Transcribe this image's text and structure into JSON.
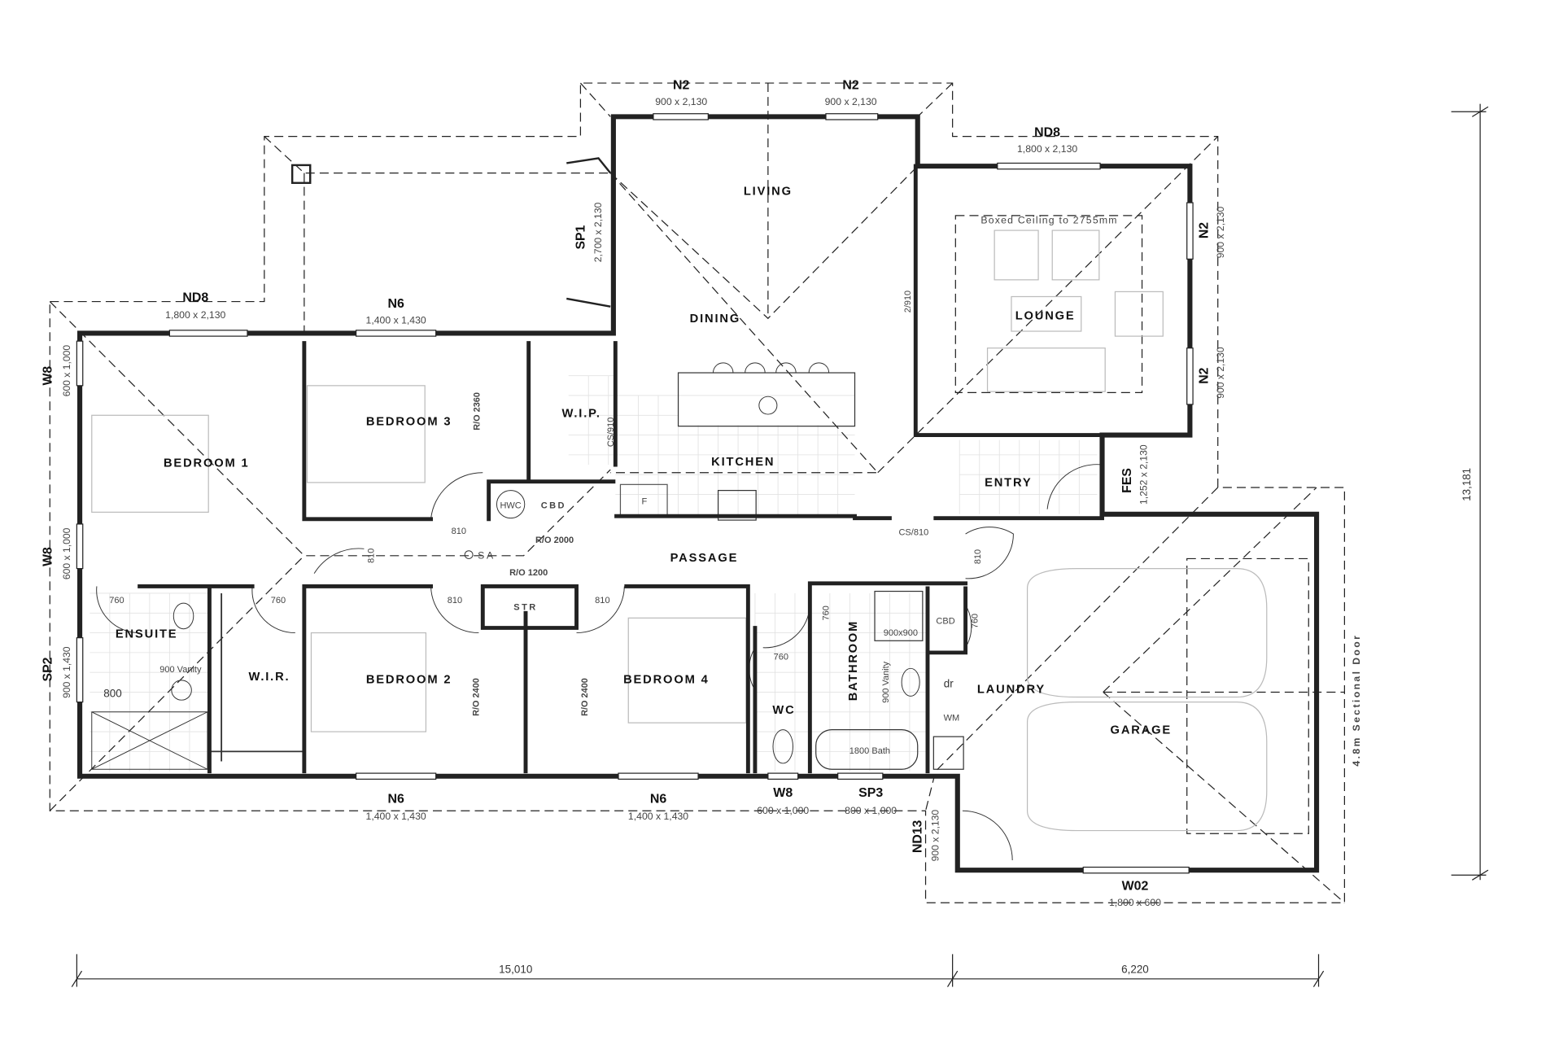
{
  "rooms": [
    {
      "label": "LIVING"
    },
    {
      "label": "DINING"
    },
    {
      "label": "LOUNGE"
    },
    {
      "label": "BEDROOM 3"
    },
    {
      "label": "W.I.P."
    },
    {
      "label": "KITCHEN"
    },
    {
      "label": "BEDROOM 1"
    },
    {
      "label": "ENTRY"
    },
    {
      "label": "PASSAGE"
    },
    {
      "label": "ENSUITE"
    },
    {
      "label": "BEDROOM 2"
    },
    {
      "label": "BEDROOM 4"
    },
    {
      "label": "W.I.R."
    },
    {
      "label": "LAUNDRY"
    },
    {
      "label": "GARAGE"
    },
    {
      "label": "WC"
    },
    {
      "label": "BATHROOM"
    },
    {
      "label": "STR"
    },
    {
      "label": "CBD"
    },
    {
      "label": "HWC"
    }
  ],
  "openings": [
    {
      "code": "N2",
      "size": "900 x 2,130"
    },
    {
      "code": "N2",
      "size": "900 x 2,130"
    },
    {
      "code": "ND8",
      "size": "1,800 x 2,130"
    },
    {
      "code": "ND8",
      "size": "1,800 x 2,130"
    },
    {
      "code": "N6",
      "size": "1,400 x 1,430"
    },
    {
      "code": "W8",
      "size": "600 x 1,000"
    },
    {
      "code": "W8",
      "size": "600 x 1,000"
    },
    {
      "code": "SP2",
      "size": "900 x 1,430"
    },
    {
      "code": "SP1",
      "size": "2,700 x 2,130"
    },
    {
      "code": "N2",
      "size": "900 x 2,130"
    },
    {
      "code": "N2",
      "size": "900 x 2,130"
    },
    {
      "code": "FES",
      "size": "1,252 x 2,130"
    },
    {
      "code": "N6",
      "size": "1,400 x 1,430"
    },
    {
      "code": "N6",
      "size": "1,400 x 1,430"
    },
    {
      "code": "W8",
      "size": "600 x 1,000"
    },
    {
      "code": "SP3",
      "size": "800 x 1,000"
    },
    {
      "code": "ND13",
      "size": "900 x 2,130"
    },
    {
      "code": "W02",
      "size": "1,800 x 600"
    }
  ],
  "notes": {
    "boxed_ceiling": "Boxed Ceiling to 2755mm",
    "lounge_opening": "2/910",
    "cs_910": "CS/910",
    "ro_2360": "R/O 2360",
    "ro_2000": "R/O 2000",
    "ro_1200": "R/O 1200",
    "smoke_alarm": "S A",
    "ro_2400_a": "R/O 2400",
    "ro_2400_b": "R/O 2400",
    "cs_810": "CS/810",
    "door_810_a": "810",
    "door_810_b": "810",
    "door_810_c": "810",
    "door_810_d": "810",
    "door_810_e": "810",
    "door_760_a": "760",
    "door_760_b": "760",
    "door_760_c": "760",
    "door_760_d": "760",
    "door_760_e": "760",
    "laundry_cbd": "CBD",
    "shower": "900x900",
    "vanity_bath": "900 Vanity",
    "vanity_ensuite": "900 Vanity",
    "shower_ensuite": "800",
    "dryer": "dr",
    "washing_machine": "WM",
    "bath": "1800 Bath",
    "fridge": "F",
    "garage_door": "4.8m Sectional Door"
  },
  "dimensions": {
    "house_width": "15,010",
    "garage_width": "6,220",
    "overall_depth": "13,181"
  }
}
